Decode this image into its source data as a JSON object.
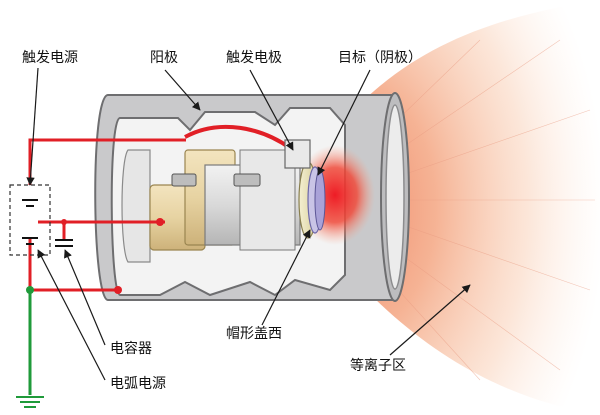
{
  "labels": {
    "trigger_power": "触发电源",
    "anode": "阳极",
    "trigger_electrode": "触发电极",
    "target_cathode": "目标（阴极）",
    "capacitor": "电容器",
    "arc_power": "电弧电源",
    "hat_cap": "帽形盖西",
    "plasma": "等离子区"
  },
  "colors": {
    "wire_red": "#e11f26",
    "ground_green": "#1f9a3a",
    "cylinder_gray": "#c9c9cb",
    "brass": "#e7d3a2",
    "plasma_red": "#ee1c25",
    "plume_orange": "#f2a27a"
  },
  "icons": [
    "ground-symbol-icon",
    "battery-symbol-icon",
    "capacitor-symbol-icon"
  ]
}
